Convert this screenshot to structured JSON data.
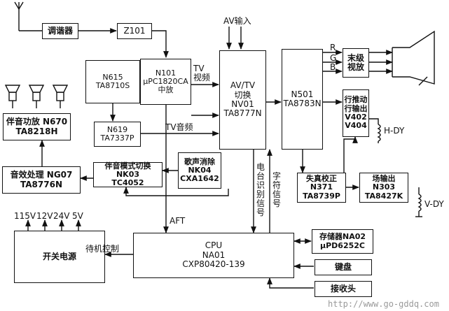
{
  "blocks": {
    "tuner": [
      "调谐器"
    ],
    "z101": [
      "Z101"
    ],
    "av_input": [
      "AV输入"
    ],
    "n615": [
      "N615",
      "TA8710S"
    ],
    "n101": [
      "N101",
      "μPC1820CA",
      "中放"
    ],
    "nv01": [
      "AV/TV",
      "切换",
      "NV01",
      "TA8777N"
    ],
    "n501": [
      "N501",
      "TA8783N"
    ],
    "final_video": [
      "末级",
      "视放"
    ],
    "h_drive": [
      "行推动",
      "行输出",
      "V402",
      "V404"
    ],
    "n670": [
      "伴音功放 N670",
      "TA8218H"
    ],
    "n619": [
      "N619",
      "TA7337P"
    ],
    "ng07": [
      "音效处理 NG07",
      "TA8776N"
    ],
    "nk03": [
      "伴音模式切换",
      "NK03",
      "TC4052"
    ],
    "nk04": [
      "歌声消除",
      "NK04",
      "CXA1642"
    ],
    "n371": [
      "失真校正",
      "N371",
      "TA8739P"
    ],
    "n303": [
      "场输出",
      "N303",
      "TA8427K"
    ],
    "psu": [
      "开关电源"
    ],
    "cpu": [
      "CPU",
      "NA01",
      "CXP80420-139"
    ],
    "memory": [
      "存储器NA02",
      "μPD6252C"
    ],
    "keyboard": [
      "键盘"
    ],
    "receiver": [
      "接收头"
    ]
  },
  "labels": {
    "tv_video": "TV\n视频",
    "tv_audio": "TV音频",
    "aft": "AFT",
    "station_id": "电台识别信号",
    "char_signal": "字符信号",
    "standby": "待机控制",
    "r": "R",
    "g": "G",
    "b": "B",
    "h_dy": "H-DY",
    "v_dy": "V-DY",
    "v115": "115V",
    "v12": "12V",
    "v24": "24V",
    "v5": "5V"
  },
  "watermark": "http://www.go-gddq.com"
}
